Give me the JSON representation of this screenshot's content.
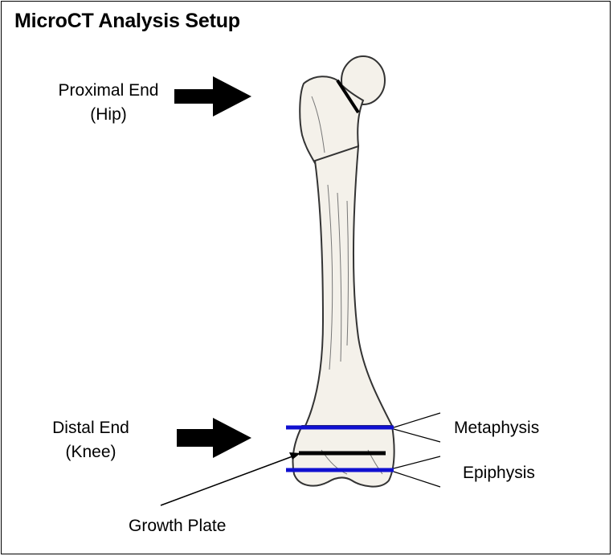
{
  "title": "MicroCT Analysis Setup",
  "labels": {
    "proximal_line1": "Proximal End",
    "proximal_line2": "(Hip)",
    "distal_line1": "Distal End",
    "distal_line2": "(Knee)",
    "metaphysis": "Metaphysis",
    "epiphysis": "Epiphysis",
    "growth_plate": "Growth Plate"
  },
  "colors": {
    "section_line": "#1010d0",
    "growth_plate_line": "#000000",
    "arrow": "#000000",
    "bone_fill": "#f4f1ea",
    "bone_outline": "#333333"
  }
}
